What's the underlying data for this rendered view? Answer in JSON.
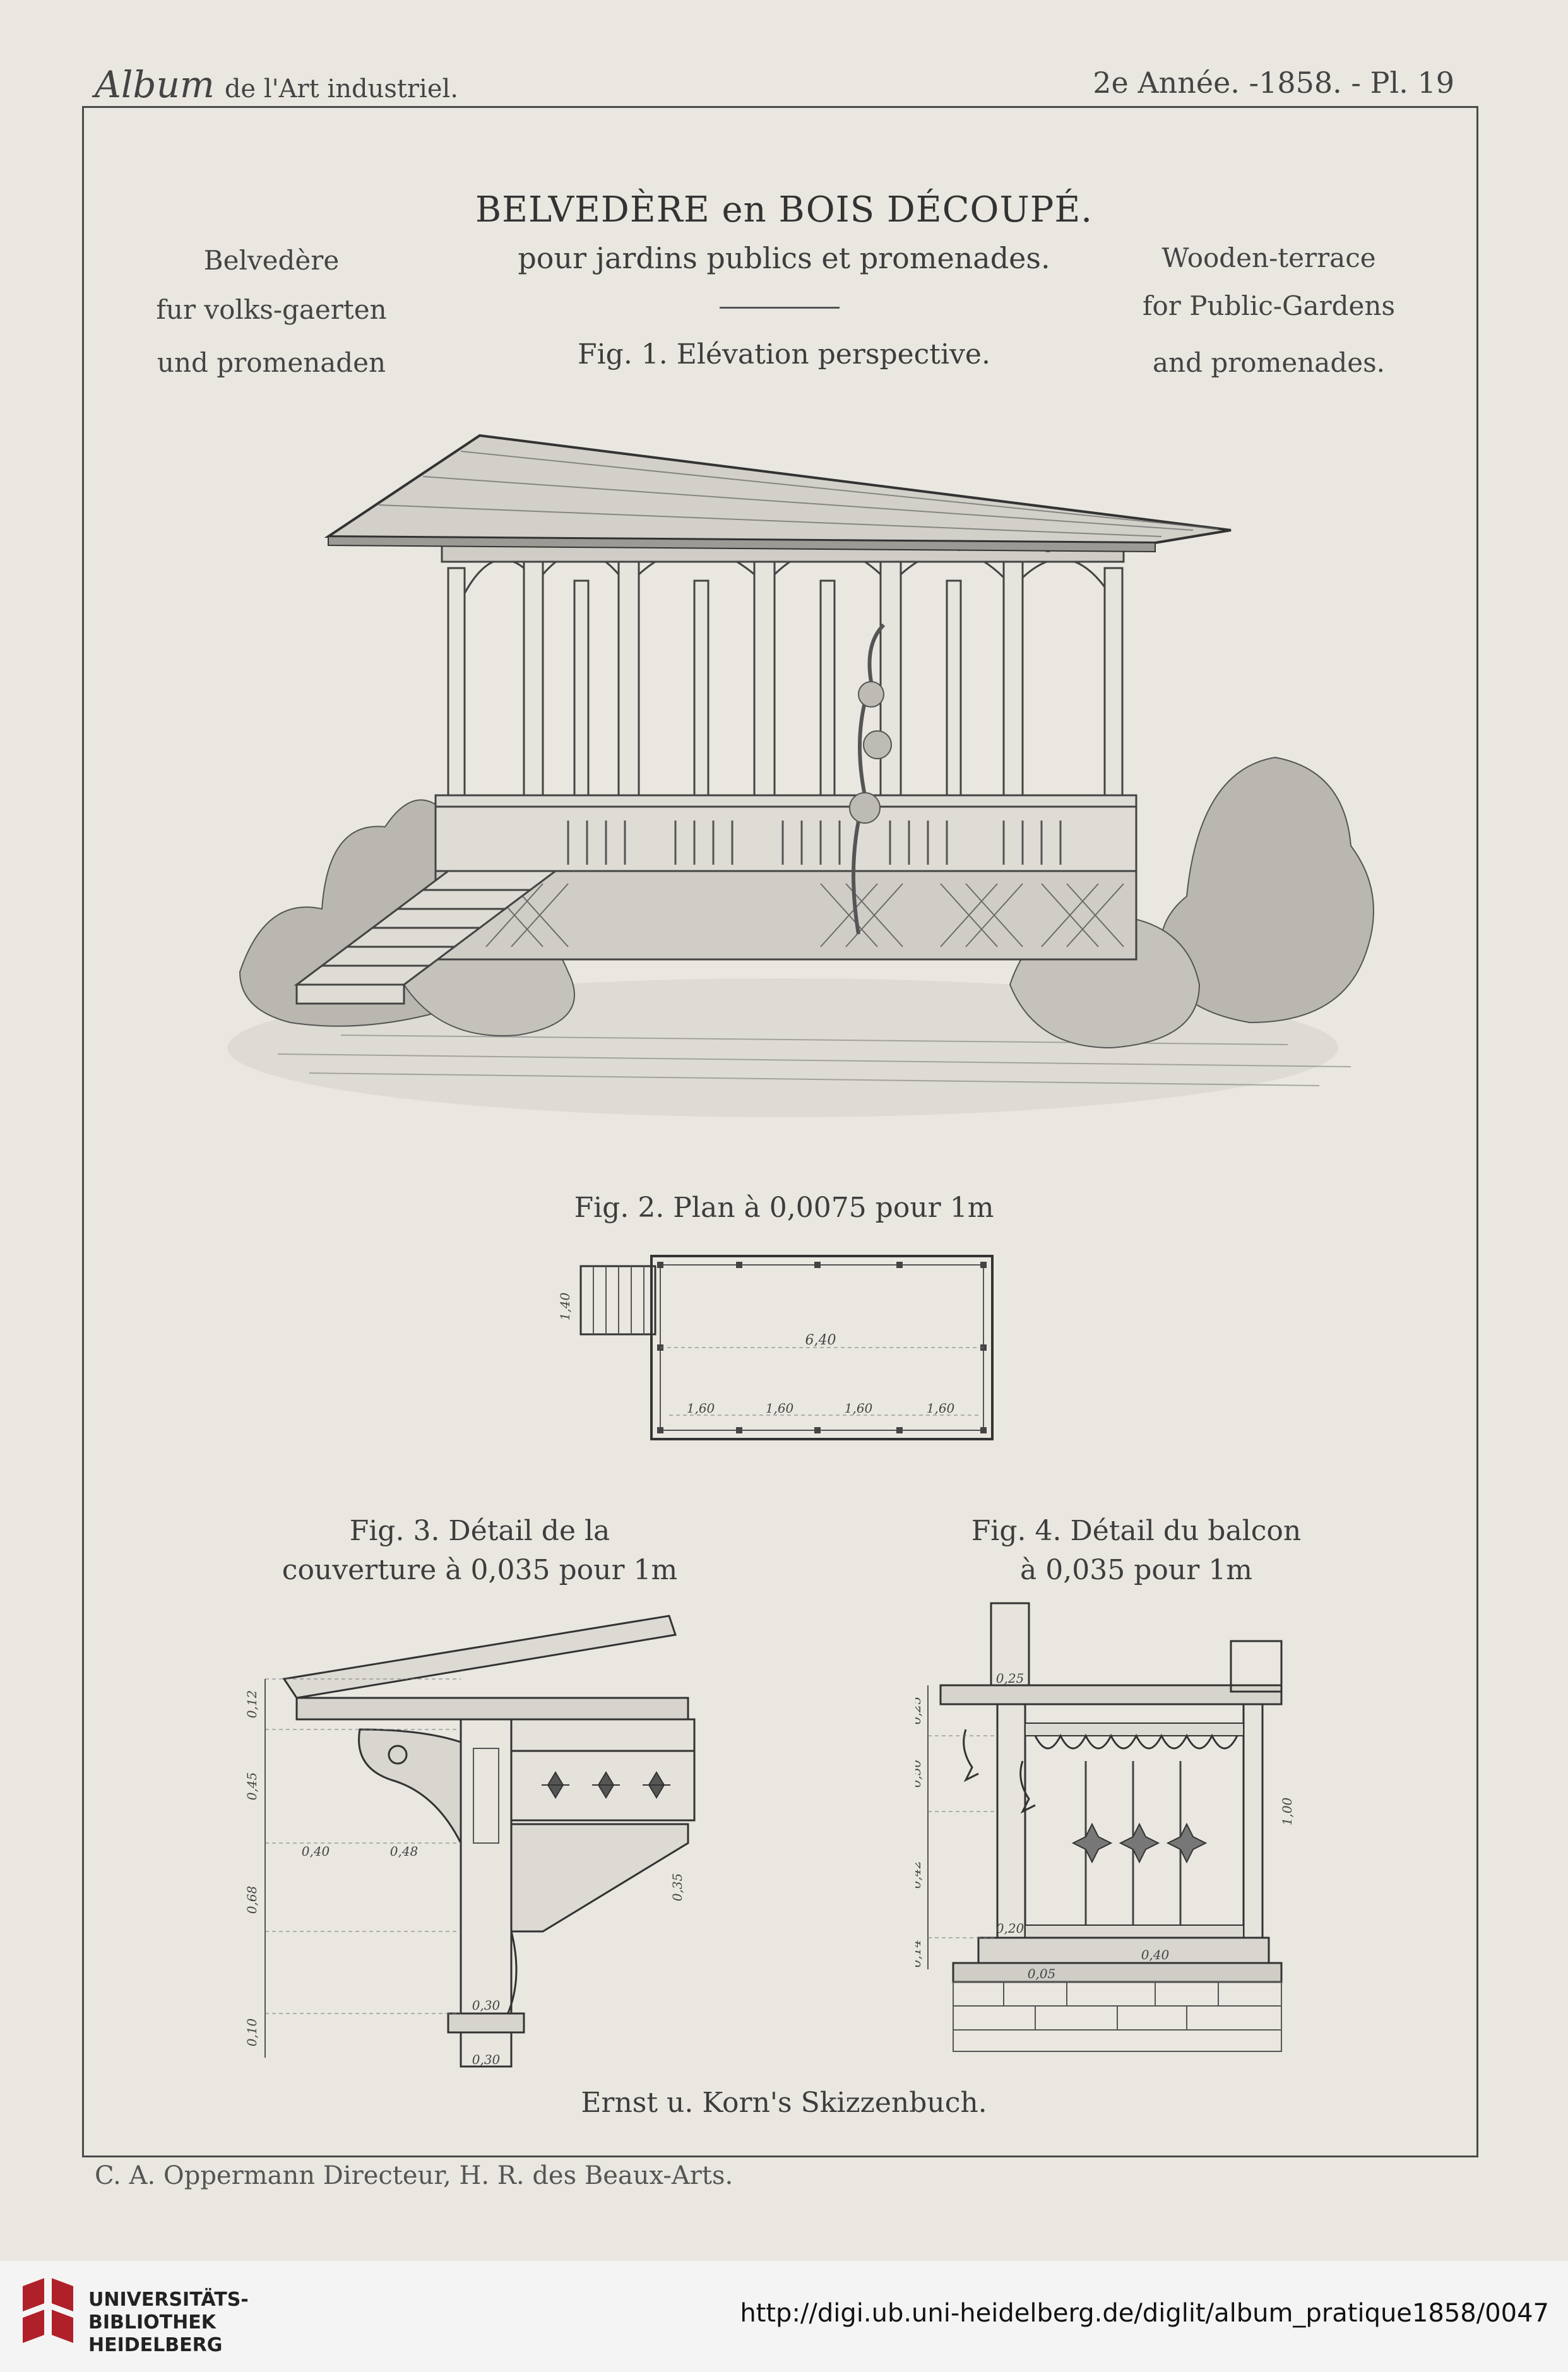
{
  "header": {
    "left_main": "Album",
    "left_rest": "de l'Art industriel.",
    "right": "2e Année. -1858. - Pl. 19"
  },
  "title": {
    "main": "BELVEDÈRE en BOIS DÉCOUPÉ.",
    "subtitle": "pour jardins publics et promenades.",
    "german": [
      "Belvedère",
      "fur volks-gaerten",
      "und promenaden"
    ],
    "english": [
      "Wooden-terrace",
      "for Public-Gardens",
      "and promenades."
    ]
  },
  "fig1": {
    "caption": "Fig. 1. Elévation perspective."
  },
  "fig2": {
    "caption": "Fig. 2. Plan à 0,0075 pour 1m",
    "dim_length": "6,40",
    "dim_stair": "1,40",
    "spans": [
      "1,60",
      "1,60",
      "1,60",
      "1,60"
    ]
  },
  "fig3": {
    "caption_line1": "Fig. 3. Détail de la",
    "caption_line2": "couverture à 0,035 pour 1m",
    "dims": [
      "0,12",
      "0,45",
      "0,40",
      "0,48",
      "0,68",
      "0,30",
      "0,35",
      "0,10",
      "0,30"
    ]
  },
  "fig4": {
    "caption_line1": "Fig. 4. Détail du balcon",
    "caption_line2": "à 0,035 pour 1m",
    "dims": [
      "0,25",
      "0,25",
      "0,50",
      "0,42",
      "0,14",
      "0,20",
      "0,05",
      "0,40",
      "1,00"
    ]
  },
  "source_note": "Ernst u. Korn's Skizzenbuch.",
  "footer": {
    "left": "C. A. Oppermann Directeur, H. R. des Beaux-Arts."
  },
  "library": {
    "name_lines": [
      "UNIVERSITÄTS-",
      "BIBLIOTHEK",
      "HEIDELBERG"
    ],
    "url": "http://digi.ub.uni-heidelberg.de/diglit/album_pratique1858/0047"
  }
}
